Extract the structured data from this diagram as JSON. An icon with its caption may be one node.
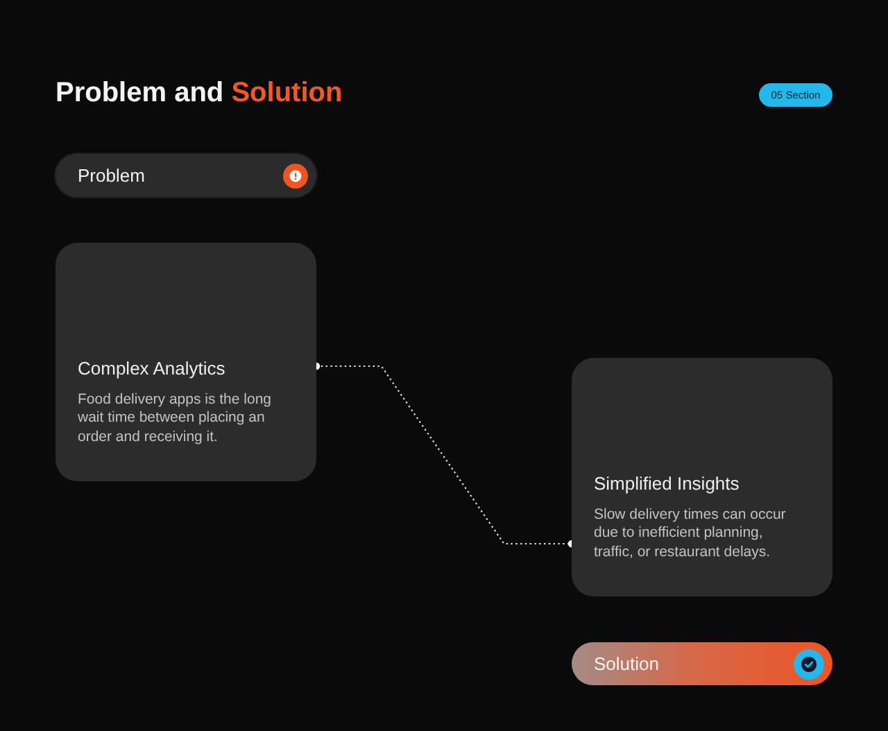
{
  "diagram": {
    "title": "Problem and Solution",
    "nodes": [
      {
        "text": [
          "05 Section"
        ]
      },
      {
        "text": [
          "Problem"
        ]
      },
      {
        "text": [
          "Complex Analytics",
          "Food delivery apps is the long wait time between placing an order and receiving it."
        ]
      },
      {
        "text": [
          "Simplified Insights",
          "Slow delivery times can occur due to inefficient planning, traffic, or restaurant delays."
        ]
      },
      {
        "text": [
          "Solution"
        ]
      }
    ],
    "edges": [
      {
        "from": 2,
        "to": 3,
        "arrow": "other",
        "style": "dashed"
      }
    ]
  }
}
